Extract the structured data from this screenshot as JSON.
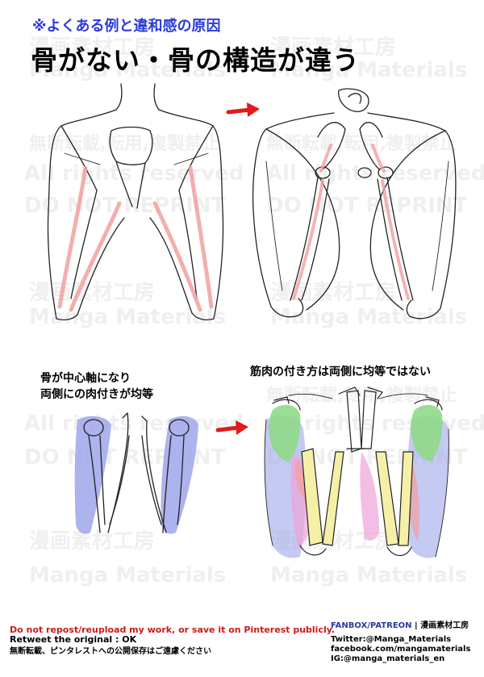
{
  "header": {
    "subtitle": "※よくある例と違和感の原因",
    "title": "骨がない・骨の構造が違う"
  },
  "watermarks": {
    "jp": "漫画素材工房",
    "en": "Manga Materials",
    "no_repro": "無断転載,転用,複製禁止",
    "rights": "All rights reserved",
    "do_not": "DO NOT REPRINT"
  },
  "captions": {
    "left_line1": "骨が中心軸になり",
    "left_line2": "両側にの肉付きが均等",
    "right": "筋肉の付き方は両側に均等ではない"
  },
  "footer": {
    "warning": "Do not repost/reupload my work, or save it on Pinterest publicly.",
    "retweet": "Retweet the original : OK",
    "jp_notice": "無断転載、ピンタレストへの公開保存はご遠慮ください",
    "fanbox_prefix": "FANBOX/PATREON",
    "fanbox_suffix": " | 漫画素材工房",
    "twitter": "Twitter:@Manga_Materials",
    "facebook": "facebook.com/mangamaterials",
    "instagram": "IG:@manga_materials_en"
  },
  "colors": {
    "subtitle": "#2b3bd8",
    "arrow": "#e21a1a",
    "bone_highlight": "#f2a0a0",
    "muscle_green": "#8fd98a",
    "muscle_blue": "#9da6ea",
    "muscle_pink": "#f0a2d8",
    "bone_yellow": "#f5f0a8",
    "warning_text": "#cc1a1a"
  },
  "icons": [
    "arrow-right-icon"
  ]
}
